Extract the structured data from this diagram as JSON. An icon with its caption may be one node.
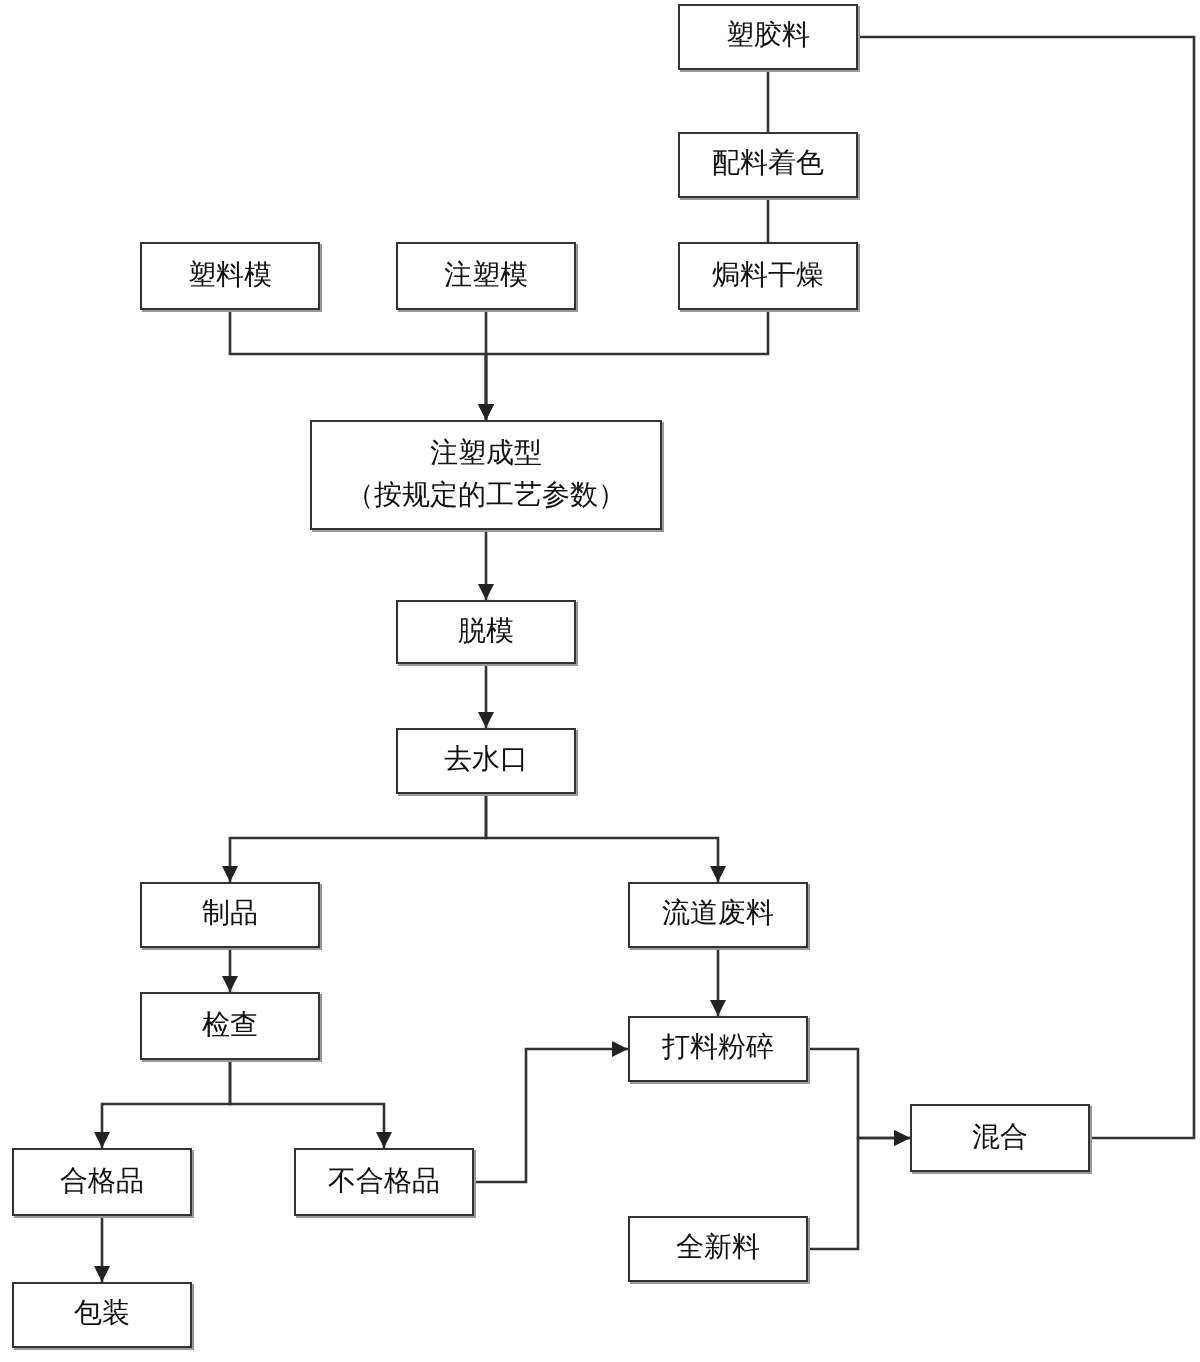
{
  "diagram": {
    "nodes": [
      {
        "text": [
          "塑胶料"
        ]
      },
      {
        "text": [
          "配料着色"
        ]
      },
      {
        "text": [
          "焗料干燥"
        ]
      },
      {
        "text": [
          "塑料模"
        ]
      },
      {
        "text": [
          "注塑模"
        ]
      },
      {
        "text": [
          "注塑成型",
          "（按规定的工艺参数）"
        ]
      },
      {
        "text": [
          "脱模"
        ]
      },
      {
        "text": [
          "去水口"
        ]
      },
      {
        "text": [
          "制品"
        ]
      },
      {
        "text": [
          "流道废料"
        ]
      },
      {
        "text": [
          "检查"
        ]
      },
      {
        "text": [
          "打料粉碎"
        ]
      },
      {
        "text": [
          "合格品"
        ]
      },
      {
        "text": [
          "不合格品"
        ]
      },
      {
        "text": [
          "混合"
        ]
      },
      {
        "text": [
          "全新料"
        ]
      },
      {
        "text": [
          "包装"
        ]
      }
    ],
    "edges": [
      {
        "from": 0,
        "to": 1,
        "arrow": "none"
      },
      {
        "from": 1,
        "to": 2,
        "arrow": "none"
      },
      {
        "from": 2,
        "to": 5,
        "arrow": "to"
      },
      {
        "from": 3,
        "to": 5,
        "arrow": "to"
      },
      {
        "from": 4,
        "to": 5,
        "arrow": "to"
      },
      {
        "from": 5,
        "to": 6,
        "arrow": "to"
      },
      {
        "from": 6,
        "to": 7,
        "arrow": "to"
      },
      {
        "from": 7,
        "to": 8,
        "arrow": "to"
      },
      {
        "from": 7,
        "to": 9,
        "arrow": "to"
      },
      {
        "from": 8,
        "to": 10,
        "arrow": "to"
      },
      {
        "from": 9,
        "to": 11,
        "arrow": "to"
      },
      {
        "from": 10,
        "to": 12,
        "arrow": "to"
      },
      {
        "from": 10,
        "to": 13,
        "arrow": "to"
      },
      {
        "from": 12,
        "to": 16,
        "arrow": "to"
      },
      {
        "from": 13,
        "to": 11,
        "arrow": "to"
      },
      {
        "from": 11,
        "to": 14,
        "arrow": "to"
      },
      {
        "from": 15,
        "to": 14,
        "arrow": "to"
      },
      {
        "from": 14,
        "to": 0,
        "arrow": "none"
      }
    ]
  }
}
